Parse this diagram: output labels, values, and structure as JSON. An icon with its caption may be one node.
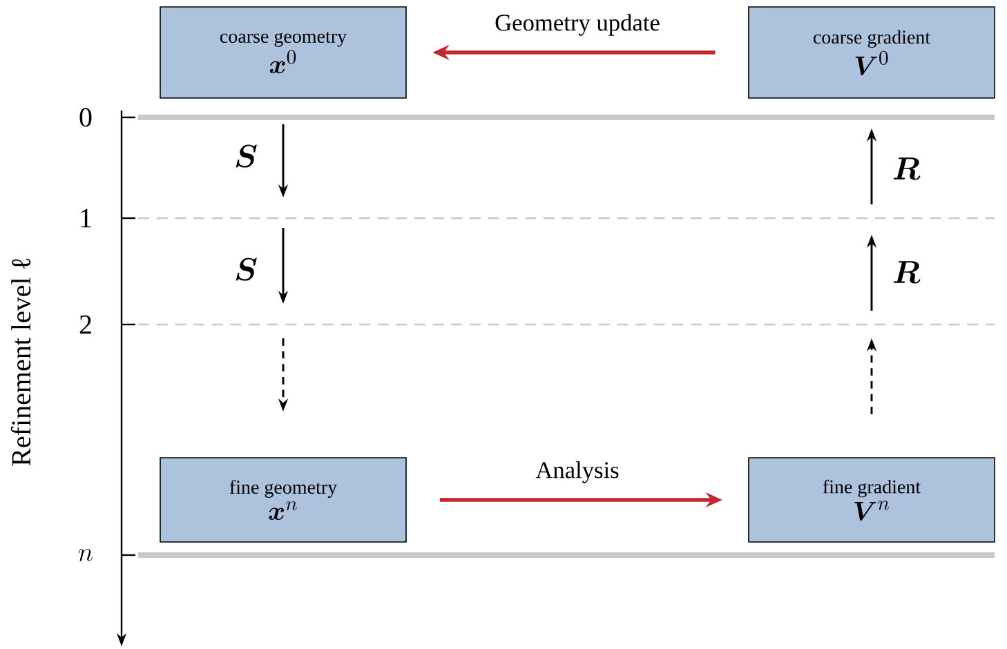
{
  "diagram": {
    "nodes": [
      {
        "text": [
          "coarse geometry",
          "\\boldsymbol{x}^0"
        ]
      },
      {
        "text": [
          "coarse gradient",
          "\\boldsymbol{V}^0"
        ]
      },
      {
        "text": [
          "fine geometry",
          "\\boldsymbol{x}^n"
        ]
      },
      {
        "text": [
          "fine gradient",
          "\\boldsymbol{V}^n"
        ]
      }
    ],
    "edges": [
      {
        "from": 1,
        "to": 0,
        "arrow": "to",
        "label": "Geometry update"
      },
      {
        "from": 2,
        "to": 3,
        "arrow": "to",
        "label": "Analysis"
      }
    ],
    "labels": [
      "Refinement level ℓ",
      "0",
      "1",
      "2",
      "n",
      "\\boldsymbol{S}",
      "\\boldsymbol{S}",
      "\\boldsymbol{R}",
      "\\boldsymbol{R}"
    ]
  }
}
